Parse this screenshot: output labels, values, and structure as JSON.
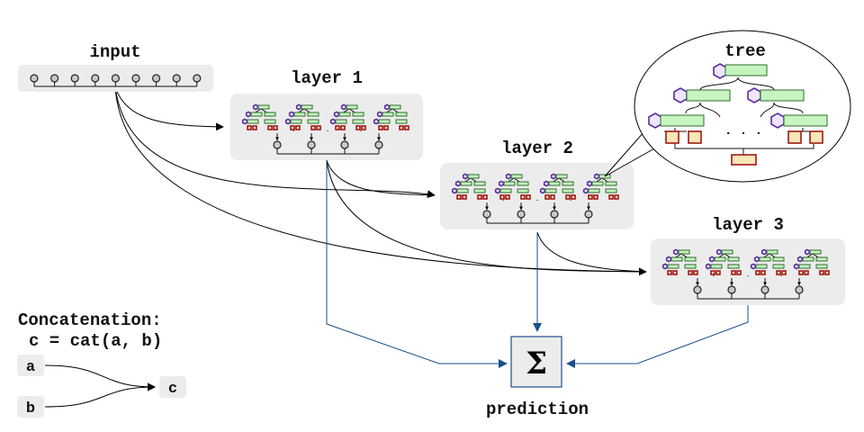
{
  "labels": {
    "input": "input",
    "layer1": "layer 1",
    "layer2": "layer 2",
    "layer3": "layer 3",
    "tree": "tree",
    "prediction": "prediction",
    "sum_symbol": "Σ",
    "ellipsis": ". . ."
  },
  "concatenation": {
    "title": "Concatenation:",
    "formula": "c = cat(a, b)",
    "a": "a",
    "b": "b",
    "c": "c"
  },
  "colors": {
    "box_fill": "#ececec",
    "tree_bar": "#c6f5c0",
    "tree_hexagon": "#5a2ca0",
    "tree_leaf": "#a01818",
    "output_links": "#1a4f8a"
  },
  "icons": [
    "hexagon-split-node",
    "green-bar-node",
    "red-leaf-node",
    "sigma-sum-icon",
    "speech-bubble"
  ]
}
